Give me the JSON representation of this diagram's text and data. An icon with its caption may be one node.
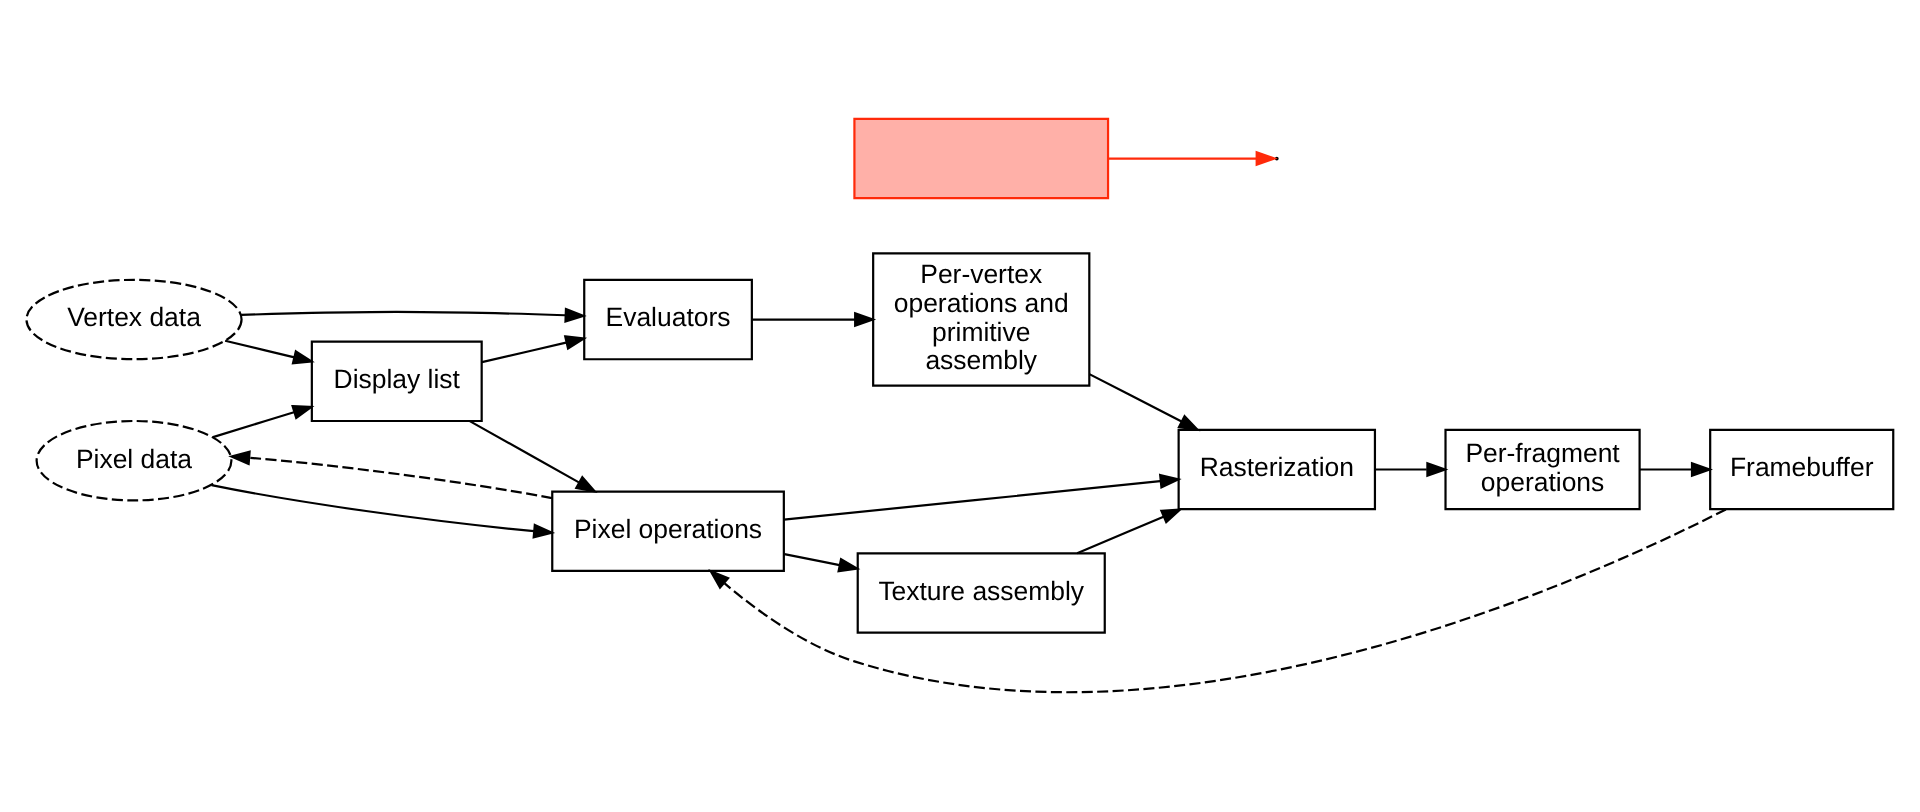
{
  "diagram": {
    "nodes": [
      {
        "text": [
          "Vertex data"
        ]
      },
      {
        "text": [
          "Evaluators"
        ]
      },
      {
        "text": [
          "Per-vertex operations and primitive assembly"
        ]
      },
      {
        "text": [
          "Display list"
        ]
      },
      {
        "text": [
          "Rasterization"
        ]
      },
      {
        "text": [
          "Per-fragment operations"
        ]
      },
      {
        "text": [
          "Pixel data"
        ]
      },
      {
        "text": [
          "Pixel operations"
        ]
      },
      {
        "text": [
          "Texture assembly"
        ]
      },
      {
        "text": [
          "Framebuffer"
        ]
      },
      {
        "text": [],
        "shape": "box"
      }
    ],
    "edges": [
      {
        "from": 0,
        "to": 1,
        "arrow": "to"
      },
      {
        "from": 0,
        "to": 3,
        "arrow": "to"
      },
      {
        "from": 3,
        "to": 1,
        "arrow": "to"
      },
      {
        "from": 3,
        "to": 7,
        "arrow": "to"
      },
      {
        "from": 6,
        "to": 3,
        "arrow": "to"
      },
      {
        "from": 6,
        "to": 7,
        "arrow": "to"
      },
      {
        "from": 1,
        "to": 2,
        "arrow": "to"
      },
      {
        "from": 2,
        "to": 4,
        "arrow": "to"
      },
      {
        "from": 4,
        "to": 5,
        "arrow": "to"
      },
      {
        "from": 5,
        "to": 9,
        "arrow": "to"
      },
      {
        "from": 7,
        "to": 4,
        "arrow": "to"
      },
      {
        "from": 7,
        "to": 8,
        "arrow": "to"
      },
      {
        "from": 8,
        "to": 4,
        "arrow": "to"
      },
      {
        "from": 7,
        "to": 6,
        "arrow": "to",
        "style": "dashed"
      },
      {
        "from": 9,
        "to": 7,
        "arrow": "to",
        "style": "dashed"
      },
      {
        "from": 10,
        "to": null,
        "arrow": "to",
        "color": "#ff2a0a"
      }
    ]
  }
}
